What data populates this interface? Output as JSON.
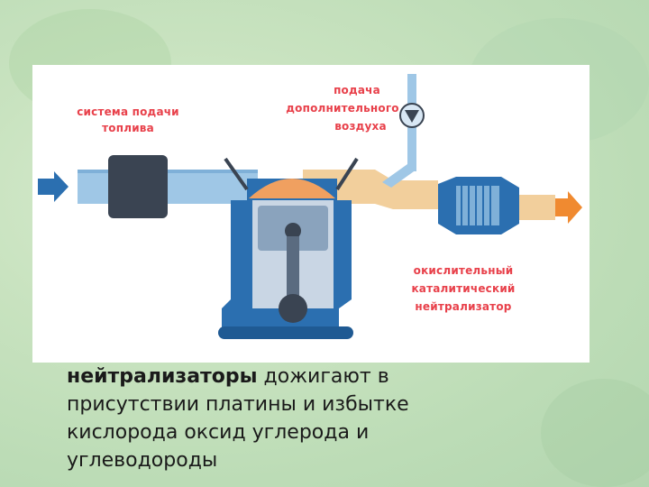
{
  "diagram": {
    "labels": {
      "fuel_system": [
        "система подачи",
        "топлива"
      ],
      "air_supply": [
        "подача",
        "дополнительного",
        "воздуха"
      ],
      "catalyst": [
        "окислительный",
        "каталитический",
        "нейтрализатор"
      ]
    },
    "colors": {
      "intake_pipe": "#9fc7e6",
      "exhaust_pipe": "#f2cf9c",
      "engine_body": "#2b6fb0",
      "combustion": "#f0a060",
      "arrow_in": "#2b6fb0",
      "arrow_out": "#f08a30",
      "label_text": "#e8404a"
    }
  },
  "caption": {
    "bold": "нейтрализаторы",
    "line1_rest": " дожигают в",
    "line2": "присутствии платины и избытке",
    "line3": "кислорода оксид углерода и",
    "line4": "углеводороды"
  }
}
